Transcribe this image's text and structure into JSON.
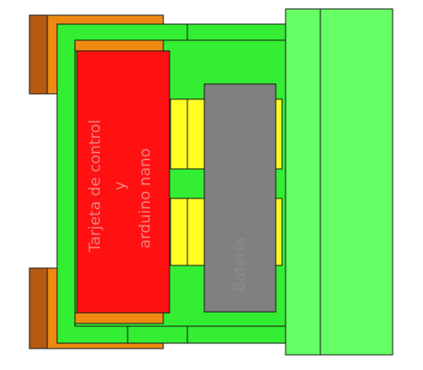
{
  "diagram": {
    "control_board_label": {
      "line1": "Tarjeta de control",
      "line2": "y",
      "line3": "arduino nano"
    },
    "battery_label": "Batería"
  },
  "colors": {
    "frame_green": "#33ee33",
    "light_green": "#66ff66",
    "red_board": "#ff1111",
    "gray_battery": "#808080",
    "yellow_block": "#ffff22",
    "orange_wheel": "#ee8a11",
    "dark_orange": "#b85a10",
    "outline": "#1a1a1a"
  }
}
